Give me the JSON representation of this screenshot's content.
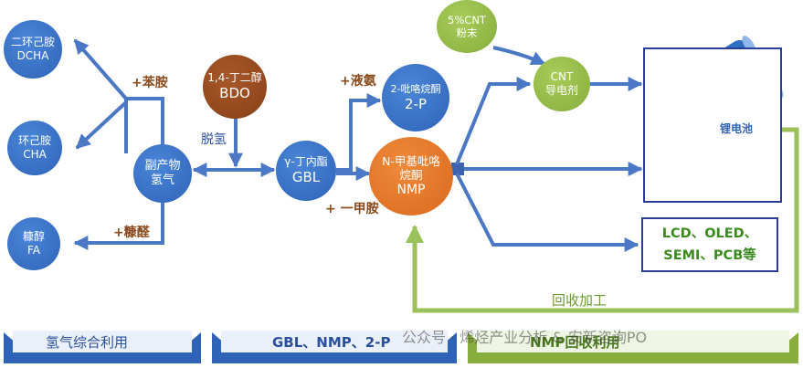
{
  "nodes": {
    "dcha": {
      "line1": "二环己胺",
      "line2": "DCHA"
    },
    "cha": {
      "line1": "环己胺",
      "line2": "CHA"
    },
    "fa": {
      "line1": "糠醇",
      "line2": "FA"
    },
    "byproduct": {
      "line1": "副产物",
      "line2": "氢气"
    },
    "bdo": {
      "line1": "1,4-丁二醇",
      "line2": "BDO"
    },
    "gbl": {
      "line1": "γ-丁内酯",
      "line2": "GBL"
    },
    "two_p": {
      "line1": "2-吡咯烷酮",
      "line2": "2-P"
    },
    "nmp": {
      "line1": "N-甲基吡咯",
      "line2": "烷酮",
      "line3": "NMP"
    },
    "cnt_powder": {
      "line1": "5%CNT",
      "line2": "粉末"
    },
    "cnt_agent": {
      "line1": "CNT",
      "line2": "导电剂"
    }
  },
  "labels": {
    "aniline": "+苯胺",
    "furfural": "+糠醛",
    "dehydrogenation": "脱氢",
    "ammonia": "+液氨",
    "methylamine": "+ 一甲胺",
    "lithium_battery": "锂电池",
    "recycle": "回收加工"
  },
  "applications": {
    "line1": "LCD、OLED、",
    "line2": "SEMI、PCB等"
  },
  "banners": {
    "left": "氢气综合利用",
    "middle": "GBL、NMP、2-P",
    "right": "NMP回收利用"
  },
  "watermark": "公众号 · 烯烃产业分析 & 安新咨询PO",
  "colors": {
    "blue_node": "#2f63b8",
    "brown_node": "#874016",
    "orange_node": "#d9691d",
    "green_node": "#86ad3d",
    "arrow_blue": "#4a78c4",
    "arrow_green": "#9bc25a",
    "label_brown": "#8a4a1e",
    "app_green": "#3a8a1e"
  }
}
